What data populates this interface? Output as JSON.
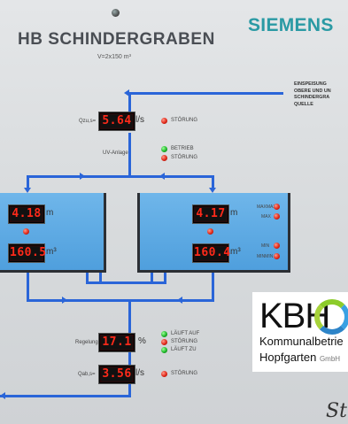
{
  "header": {
    "title": "HB SCHINDERGRABEN",
    "subtitle": "V=2x150 m³",
    "brand": "SIEMENS"
  },
  "info_text": "EINSPEISUNG\nOBERE UND UN\nSCHINDERGRA\nQUELLE",
  "inflow": {
    "label": "Qzu,s=",
    "value": "5.64",
    "unit": "l/s",
    "status": "STÖRUNG"
  },
  "uv": {
    "label": "UV-Anlage",
    "status1": "BETRIEB",
    "status2": "STÖRUNG"
  },
  "tank_left": {
    "level": "4.18",
    "level_unit": "m",
    "volume": "160.5",
    "volume_unit": "m³"
  },
  "tank_right": {
    "level": "4.17",
    "level_unit": "m",
    "volume": "160.4",
    "volume_unit": "m³",
    "labels": {
      "maxmax": "MAXMAX",
      "max": "MAX",
      "min": "MIN",
      "minmin": "MINMIN"
    }
  },
  "regulation": {
    "label": "Regelung",
    "value": "17.1",
    "unit": "%",
    "status1": "LÄUFT AUF",
    "status2": "STÖRUNG",
    "status3": "LÄUFT ZU"
  },
  "outflow": {
    "label": "Qab,s=",
    "value": "3.56",
    "unit": "l/s",
    "status": "STÖRUNG"
  },
  "kbh": {
    "abbr": "KBH",
    "line1": "Kommunalbetrie",
    "line2": "Hopfgarten",
    "suffix": "GmbH"
  },
  "signature": "St",
  "colors": {
    "pipe": "#2a65d8",
    "lcd_digits": "#ff2a1a",
    "brand": "#2a9aa4",
    "water": "#5aa8e2"
  }
}
